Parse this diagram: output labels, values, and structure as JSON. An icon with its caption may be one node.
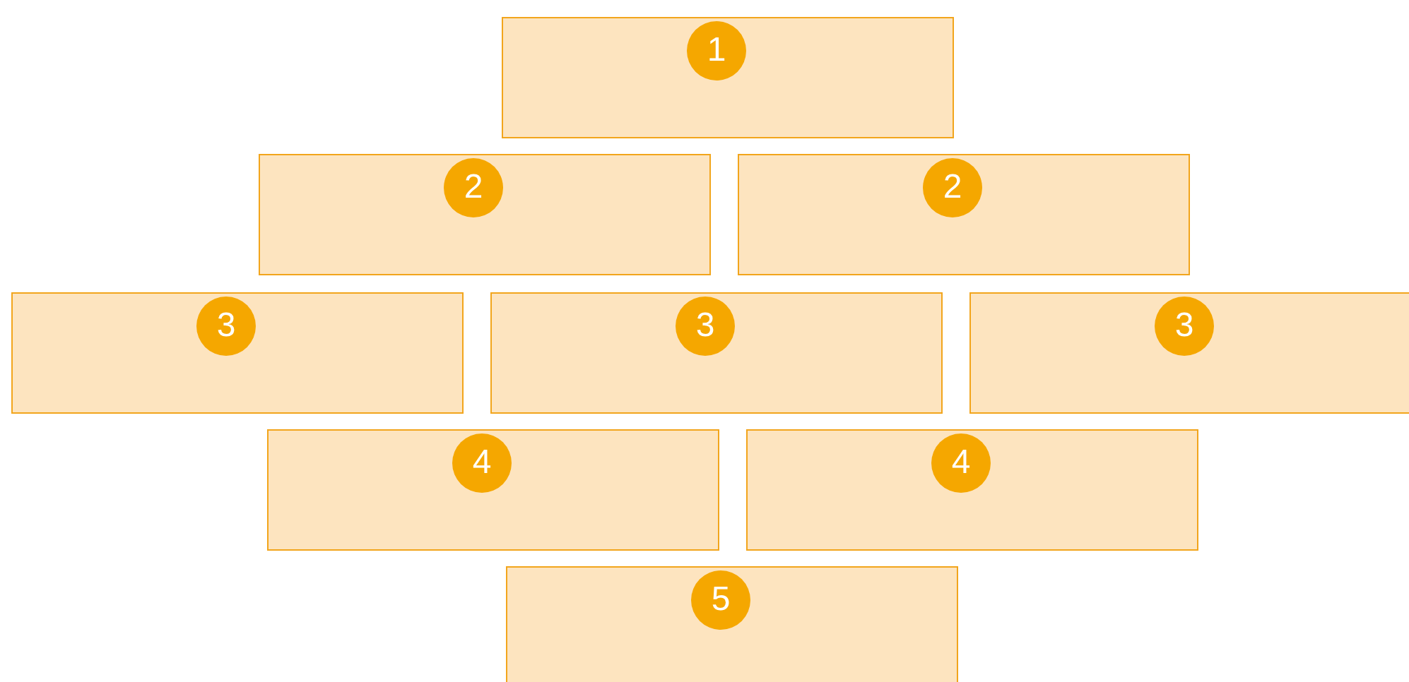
{
  "diagram": {
    "nodes": [
      {
        "text": [
          "1"
        ]
      },
      {
        "text": [
          "2"
        ]
      },
      {
        "text": [
          "2"
        ]
      },
      {
        "text": [
          "3"
        ]
      },
      {
        "text": [
          "3"
        ]
      },
      {
        "text": [
          "3"
        ]
      },
      {
        "text": [
          "4"
        ]
      },
      {
        "text": [
          "4"
        ]
      },
      {
        "text": [
          "5"
        ]
      }
    ]
  }
}
